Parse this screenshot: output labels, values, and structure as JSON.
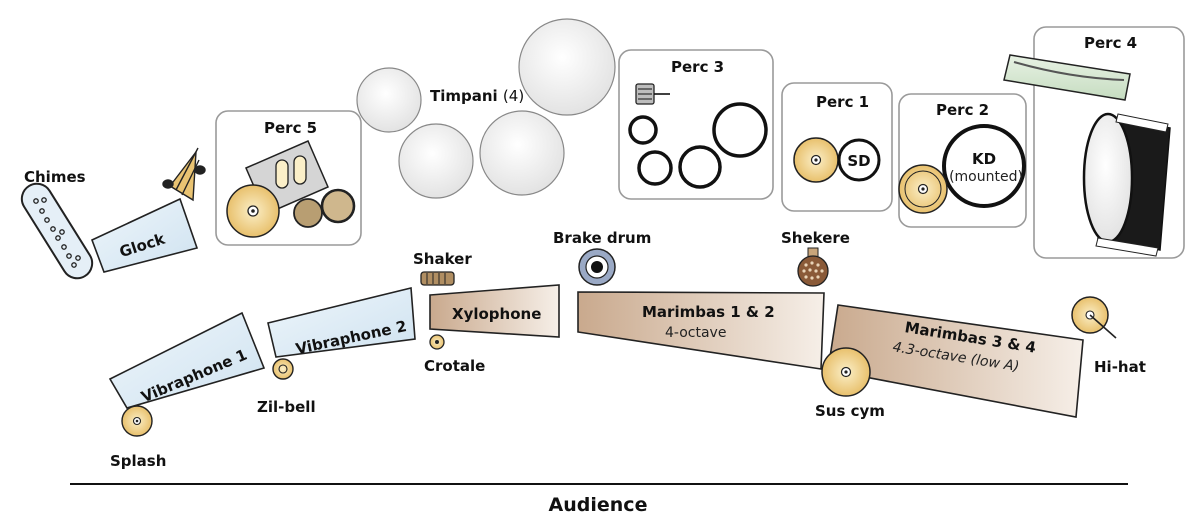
{
  "colors": {
    "mallet_blue": "#deedf7",
    "mallet_brown": "#d9bfa8",
    "box_stroke": "#9a9a9a",
    "cymbal": "#f0d089",
    "drum_grey": "#eeeeee",
    "dark": "#111111"
  },
  "title": "Audience",
  "stations": {
    "perc5": "Perc 5",
    "perc3": "Perc 3",
    "perc1": "Perc 1",
    "perc2": "Perc 2",
    "perc4": "Perc 4"
  },
  "instruments": {
    "chimes": "Chimes",
    "glock": "Glock",
    "timpani": "Timpani",
    "timpani_count": "(4)",
    "vibraphone1": "Vibraphone 1",
    "vibraphone2": "Vibraphone 2",
    "xylophone": "Xylophone",
    "shaker": "Shaker",
    "crotale": "Crotale",
    "zil_bell": "Zil-bell",
    "splash": "Splash",
    "brake_drum": "Brake drum",
    "marimbas12": "Marimbas 1 & 2",
    "marimbas12_sub": "4-octave",
    "shekere": "Shekere",
    "marimbas34": "Marimbas 3 & 4",
    "marimbas34_sub": "4.3-octave (low A)",
    "sus_cym": "Sus cym",
    "hi_hat": "Hi-hat",
    "sd": "SD",
    "kd": "KD",
    "kd_sub": "(mounted)"
  },
  "icons": [
    "mark-tree-icon",
    "cymbal-icon",
    "drum-icon",
    "shaker-icon",
    "shekere-icon",
    "bass-drum-icon",
    "mounted-tam-tam-icon"
  ]
}
